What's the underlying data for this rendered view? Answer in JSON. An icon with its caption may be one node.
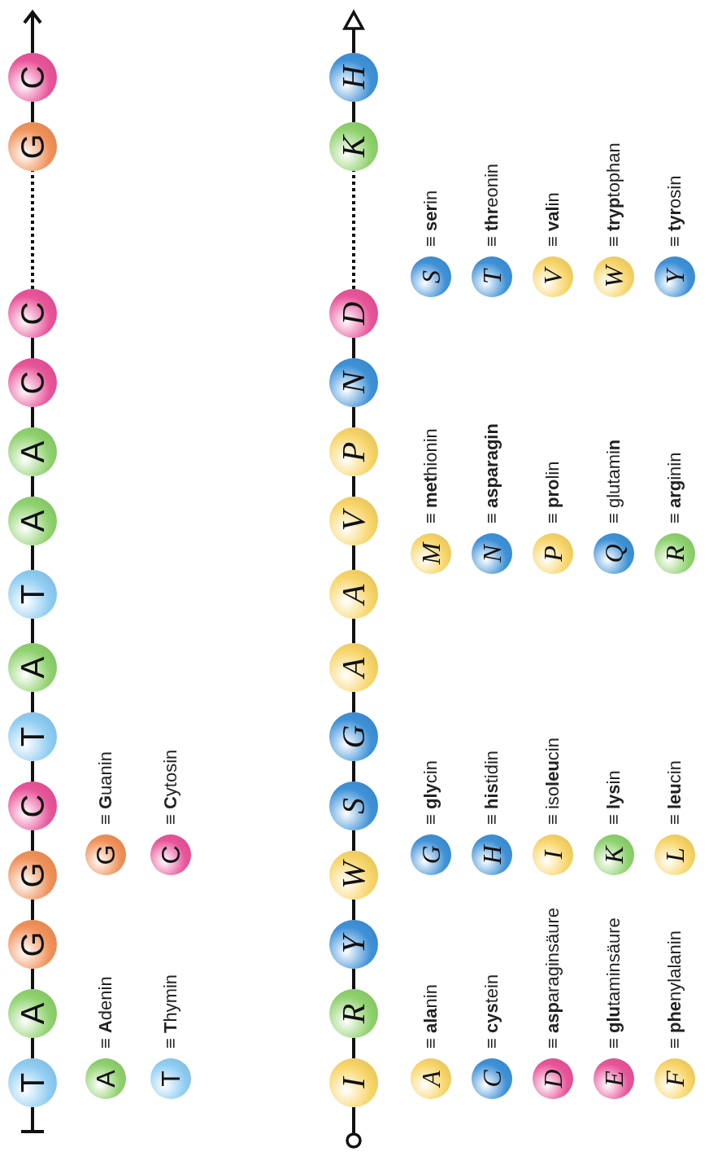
{
  "diagram": {
    "nodes": [
      {
        "text": [
          "T"
        ]
      },
      {
        "text": [
          "A"
        ]
      },
      {
        "text": [
          "G"
        ]
      },
      {
        "text": [
          "G"
        ]
      },
      {
        "text": [
          "C"
        ]
      },
      {
        "text": [
          "T"
        ]
      },
      {
        "text": [
          "A"
        ]
      },
      {
        "text": [
          "T"
        ]
      },
      {
        "text": [
          "A"
        ]
      },
      {
        "text": [
          "A"
        ]
      },
      {
        "text": [
          "C"
        ]
      },
      {
        "text": [
          "C"
        ]
      },
      {
        "text": [
          "G"
        ]
      },
      {
        "text": [
          "C"
        ]
      },
      {
        "text": [
          "A"
        ],
        "beside": [
          "≡ **A**denin"
        ]
      },
      {
        "text": [
          "G"
        ],
        "beside": [
          "≡ **G**uanin"
        ]
      },
      {
        "text": [
          "T"
        ],
        "beside": [
          "≡ **T**hymin"
        ]
      },
      {
        "text": [
          "C"
        ],
        "beside": [
          "≡ **C**ytosin"
        ]
      },
      {
        "text": [
          "I"
        ]
      },
      {
        "text": [
          "R"
        ]
      },
      {
        "text": [
          "Y"
        ]
      },
      {
        "text": [
          "W"
        ]
      },
      {
        "text": [
          "S"
        ]
      },
      {
        "text": [
          "G"
        ]
      },
      {
        "text": [
          "A"
        ]
      },
      {
        "text": [
          "A"
        ]
      },
      {
        "text": [
          "V"
        ]
      },
      {
        "text": [
          "P"
        ]
      },
      {
        "text": [
          "N"
        ]
      },
      {
        "text": [
          "D"
        ]
      },
      {
        "text": [
          "K"
        ]
      },
      {
        "text": [
          "H"
        ]
      },
      {
        "text": [
          "A"
        ],
        "beside": [
          "≡ **ala**nin"
        ]
      },
      {
        "text": [
          "G"
        ],
        "beside": [
          "≡ **gly**cin"
        ]
      },
      {
        "text": [
          "M"
        ],
        "beside": [
          "≡ **met**hionin"
        ]
      },
      {
        "text": [
          "S"
        ],
        "beside": [
          "≡ **ser**in"
        ]
      },
      {
        "text": [
          "C"
        ],
        "beside": [
          "≡ **cys**tein"
        ]
      },
      {
        "text": [
          "H"
        ],
        "beside": [
          "≡ **his**tidin"
        ]
      },
      {
        "text": [
          "N"
        ],
        "beside": [
          "≡ **asparagin**"
        ]
      },
      {
        "text": [
          "T"
        ],
        "beside": [
          "≡ **thr**eonin"
        ]
      },
      {
        "text": [
          "D"
        ],
        "beside": [
          "≡ **asp**araginsäure"
        ]
      },
      {
        "text": [
          "I"
        ],
        "beside": [
          "≡ iso**leu**cin"
        ]
      },
      {
        "text": [
          "P"
        ],
        "beside": [
          "≡ **pro**lin"
        ]
      },
      {
        "text": [
          "V"
        ],
        "beside": [
          "≡ **val**in"
        ]
      },
      {
        "text": [
          "E"
        ],
        "beside": [
          "≡ **glu**taminsäure"
        ]
      },
      {
        "text": [
          "K"
        ],
        "beside": [
          "≡ **lys**in"
        ]
      },
      {
        "text": [
          "Q"
        ],
        "beside": [
          "≡ glutami**n**"
        ]
      },
      {
        "text": [
          "W"
        ],
        "beside": [
          "≡ **tryp**tophan"
        ]
      },
      {
        "text": [
          "F"
        ],
        "beside": [
          "≡ **phe**nylalanin"
        ]
      },
      {
        "text": [
          "L"
        ],
        "beside": [
          "≡ **leu**cin"
        ]
      },
      {
        "text": [
          "R"
        ],
        "beside": [
          "≡ **arg**inin"
        ]
      },
      {
        "text": [
          "Y"
        ],
        "beside": [
          "≡ **tyr**osin"
        ]
      }
    ],
    "edges": [
      {
        "from": null,
        "to": 0,
        "arrow": "other"
      },
      {
        "from": 0,
        "to": 1,
        "arrow": "none"
      },
      {
        "from": 1,
        "to": 2,
        "arrow": "none"
      },
      {
        "from": 2,
        "to": 3,
        "arrow": "none"
      },
      {
        "from": 3,
        "to": 4,
        "arrow": "none"
      },
      {
        "from": 4,
        "to": 5,
        "arrow": "none"
      },
      {
        "from": 5,
        "to": 6,
        "arrow": "none"
      },
      {
        "from": 6,
        "to": 7,
        "arrow": "none"
      },
      {
        "from": 7,
        "to": 8,
        "arrow": "none"
      },
      {
        "from": 8,
        "to": 9,
        "arrow": "none"
      },
      {
        "from": 9,
        "to": 10,
        "arrow": "none"
      },
      {
        "from": 10,
        "to": 11,
        "arrow": "none"
      },
      {
        "from": 11,
        "to": 12,
        "arrow": "none",
        "style": "dashed"
      },
      {
        "from": 12,
        "to": 13,
        "arrow": "none"
      },
      {
        "from": 13,
        "to": null,
        "arrow": "to"
      },
      {
        "from": null,
        "to": 18,
        "arrow": "other"
      },
      {
        "from": 18,
        "to": 19,
        "arrow": "none"
      },
      {
        "from": 19,
        "to": 20,
        "arrow": "none"
      },
      {
        "from": 20,
        "to": 21,
        "arrow": "none"
      },
      {
        "from": 21,
        "to": 22,
        "arrow": "none"
      },
      {
        "from": 22,
        "to": 23,
        "arrow": "none"
      },
      {
        "from": 23,
        "to": 24,
        "arrow": "none"
      },
      {
        "from": 24,
        "to": 25,
        "arrow": "none"
      },
      {
        "from": 25,
        "to": 26,
        "arrow": "none"
      },
      {
        "from": 26,
        "to": 27,
        "arrow": "none"
      },
      {
        "from": 27,
        "to": 28,
        "arrow": "none"
      },
      {
        "from": 28,
        "to": 29,
        "arrow": "none"
      },
      {
        "from": 29,
        "to": 30,
        "arrow": "none",
        "style": "dashed"
      },
      {
        "from": 30,
        "to": 31,
        "arrow": "none"
      },
      {
        "from": 31,
        "to": null,
        "arrow": "to"
      }
    ]
  }
}
